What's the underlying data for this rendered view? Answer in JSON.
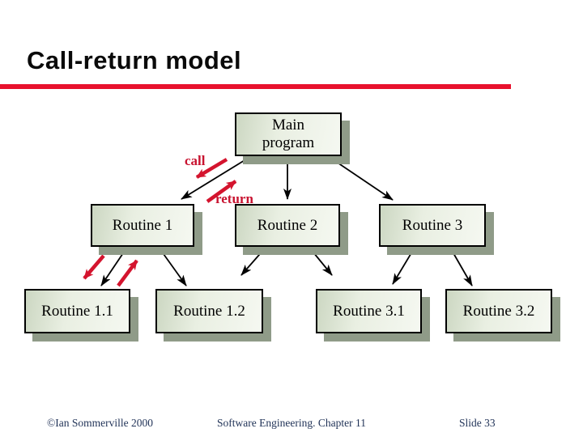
{
  "slide": {
    "title": "Call-return model"
  },
  "diagram": {
    "nodes": {
      "main": "Main program",
      "routine1": "Routine 1",
      "routine2": "Routine 2",
      "routine3": "Routine 3",
      "routine11": "Routine 1.1",
      "routine12": "Routine 1.2",
      "routine31": "Routine 3.1",
      "routine32": "Routine 3.2"
    },
    "call_label": "call",
    "return_label": "return"
  },
  "footer": {
    "left": "©Ian Sommerville 2000",
    "center": "Software Engineering. Chapter 11",
    "right": "Slide 33"
  },
  "colors": {
    "accent_rule": "#e8112d",
    "call_return_red": "#d4142e",
    "box_fill": "#e9efe2",
    "box_shadow": "#8f9b88",
    "footer_text": "#1f3156"
  }
}
